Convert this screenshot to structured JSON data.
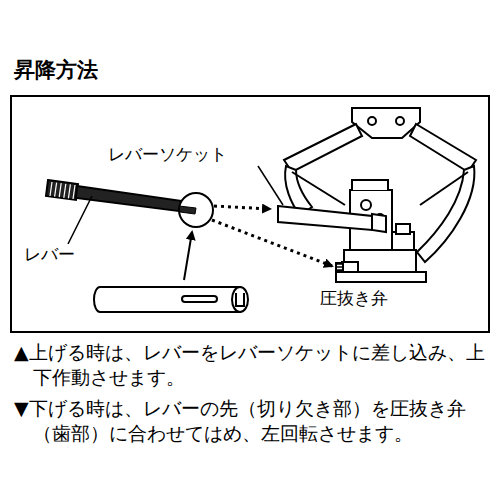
{
  "diagram": {
    "title": "昇降方法",
    "labels": [
      "レバーソケット",
      "レバー",
      "圧抜き弁",
      "▲上げる時は、レバーをレバーソケットに差し込み、上下作動させます。",
      "▼下げる時は、レバーの先（切り欠き部）を圧抜き弁（歯部）に合わせてはめ、左回転させます。"
    ]
  }
}
